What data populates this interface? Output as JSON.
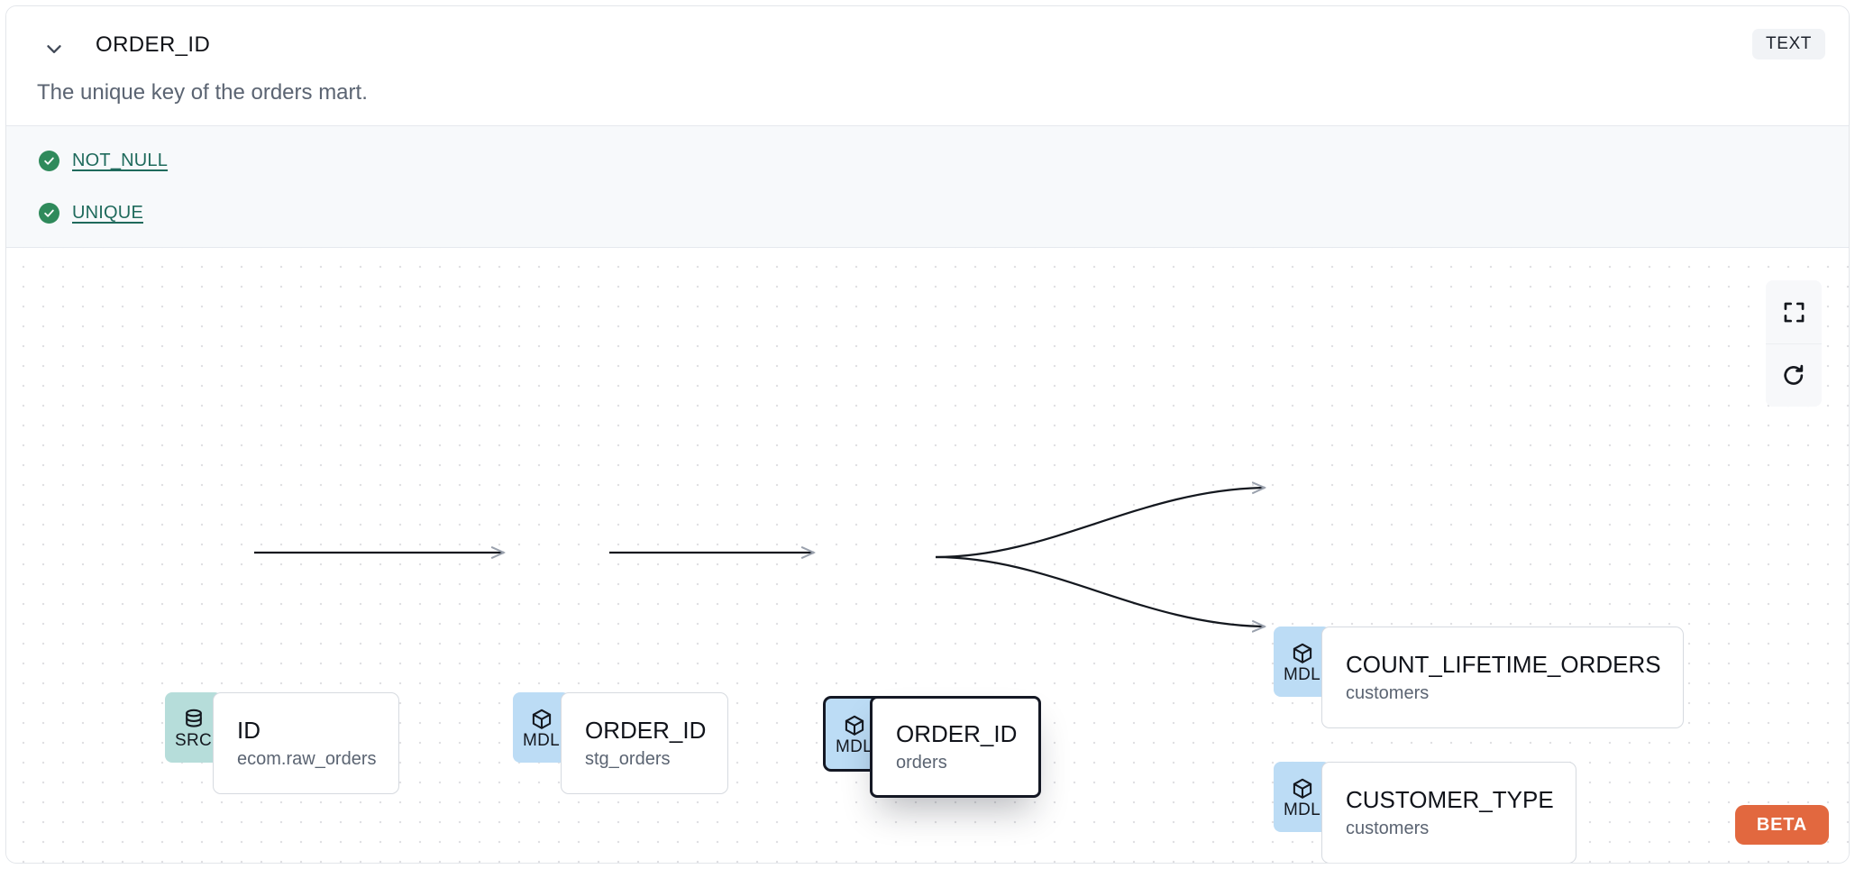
{
  "header": {
    "collapse_icon": "chevron-down-icon",
    "column_name": "ORDER_ID",
    "data_type_badge": "TEXT",
    "description": "The unique key of the orders mart."
  },
  "tests": [
    {
      "status_icon": "check-circle-icon",
      "label": "NOT_NULL",
      "status": "pass"
    },
    {
      "status_icon": "check-circle-icon",
      "label": "UNIQUE",
      "status": "pass"
    }
  ],
  "lineage": {
    "nodes": [
      {
        "id": "src",
        "kind": "SRC",
        "kind_icon": "database-icon",
        "name": "ID",
        "source": "ecom.raw_orders",
        "selected": false
      },
      {
        "id": "stg",
        "kind": "MDL",
        "kind_icon": "cube-icon",
        "name": "ORDER_ID",
        "source": "stg_orders",
        "selected": false
      },
      {
        "id": "orders",
        "kind": "MDL",
        "kind_icon": "cube-icon",
        "name": "ORDER_ID",
        "source": "orders",
        "selected": true
      },
      {
        "id": "count",
        "kind": "MDL",
        "kind_icon": "cube-icon",
        "name": "COUNT_LIFETIME_ORDERS",
        "source": "customers",
        "selected": false
      },
      {
        "id": "custtype",
        "kind": "MDL",
        "kind_icon": "cube-icon",
        "name": "CUSTOMER_TYPE",
        "source": "customers",
        "selected": false
      }
    ],
    "edges": [
      {
        "from": "src",
        "to": "stg",
        "style": "straight"
      },
      {
        "from": "stg",
        "to": "orders",
        "style": "straight"
      },
      {
        "from": "orders",
        "to": "count",
        "style": "bezier"
      },
      {
        "from": "orders",
        "to": "custtype",
        "style": "bezier"
      }
    ],
    "controls": [
      {
        "name": "fit-view",
        "icon": "fullscreen-icon"
      },
      {
        "name": "reset",
        "icon": "refresh-icon"
      }
    ],
    "beta_badge": "BETA"
  },
  "colors": {
    "src_badge": "#b6ddda",
    "mdl_badge": "#bcdcf5",
    "test_pass": "#2f8a5b",
    "test_link": "#1f6a5c",
    "beta": "#e2683f",
    "selected_border": "#141824"
  }
}
